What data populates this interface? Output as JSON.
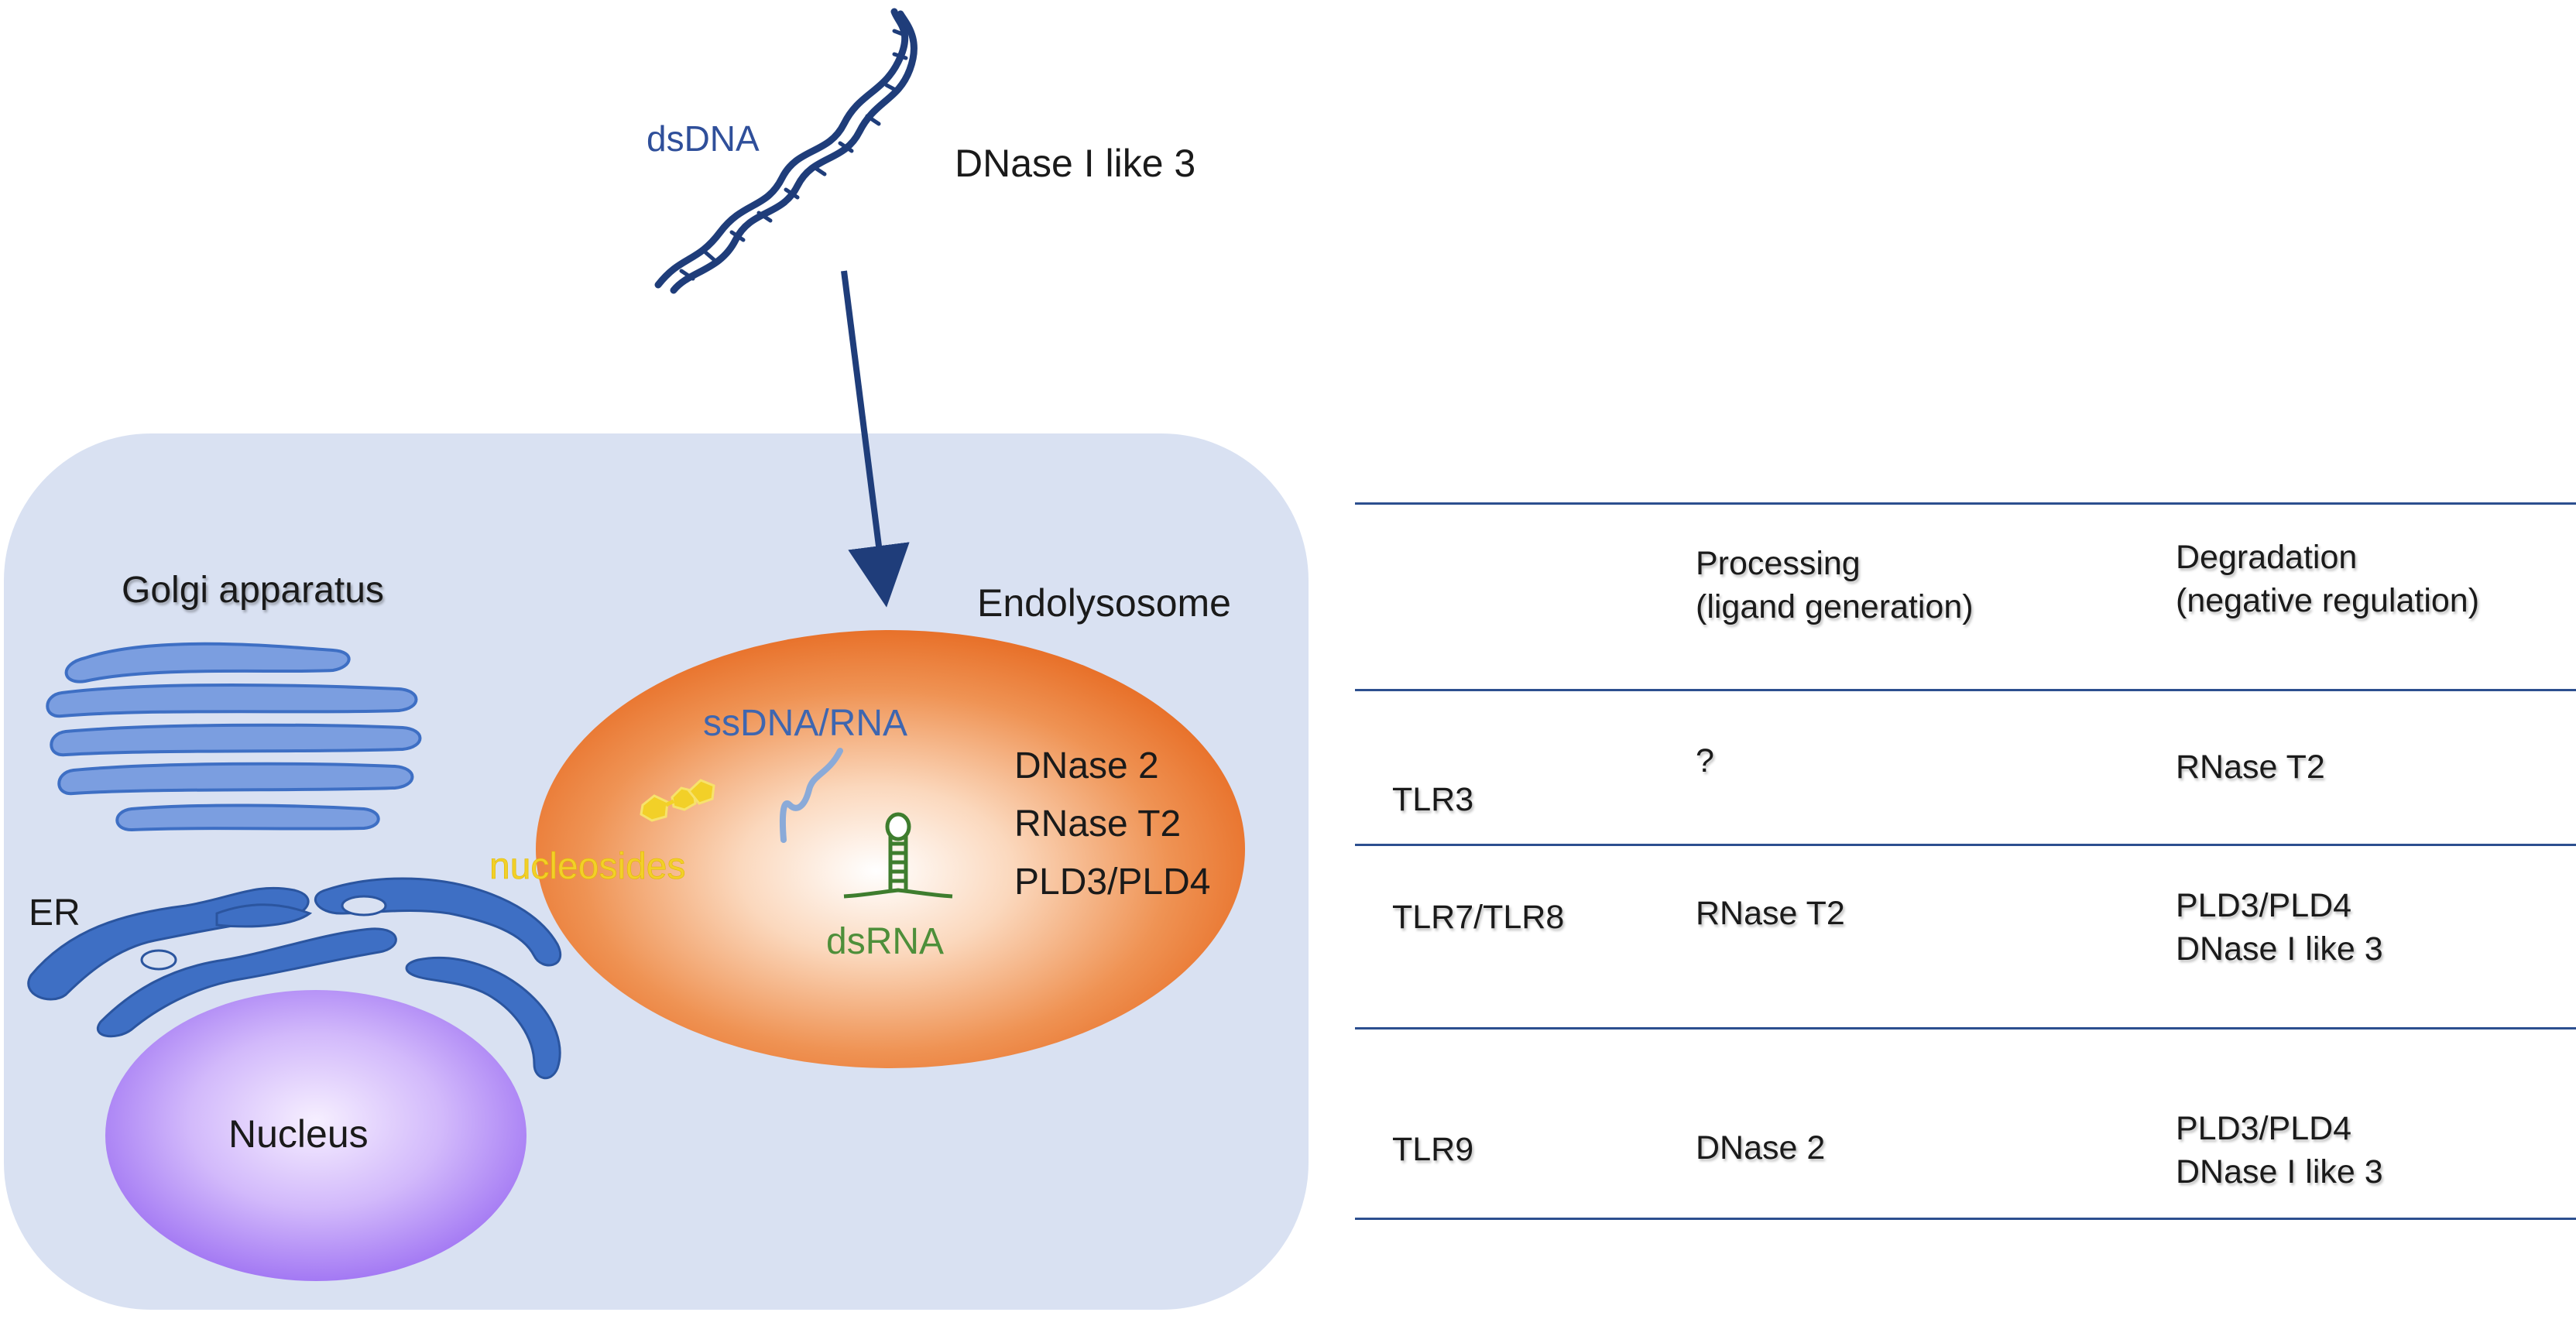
{
  "dsdna_label": "dsDNA",
  "dnase1l3_label": "DNase I like 3",
  "cell": {
    "golgi_label": "Golgi apparatus",
    "er_label": "ER",
    "nucleus_label": "Nucleus",
    "endolysosome_label": "Endolysosome"
  },
  "endolysosome": {
    "ssdna_rna_label": "ssDNA/RNA",
    "nucleosides_label": "nucleosides",
    "dsrna_label": "dsRNA",
    "enzymes": [
      "DNase 2",
      "RNase T2",
      "PLD3/PLD4"
    ]
  },
  "table": {
    "headers": {
      "processing": [
        "Processing",
        "(ligand generation)"
      ],
      "degradation": [
        "Degradation",
        "(negative regulation)"
      ]
    },
    "rows": [
      {
        "receptor": "TLR3",
        "processing": [
          "?"
        ],
        "degradation": [
          "RNase T2"
        ]
      },
      {
        "receptor": "TLR7/TLR8",
        "processing": [
          "RNase T2"
        ],
        "degradation": [
          "PLD3/PLD4",
          "DNase I like 3"
        ]
      },
      {
        "receptor": "TLR9",
        "processing": [
          "DNase 2"
        ],
        "degradation": [
          "PLD3/PLD4",
          "DNase I like 3"
        ]
      }
    ]
  },
  "colors": {
    "cell_fill": "#d9e1f2",
    "organelle_blue": "#3e6fc4",
    "arrow": "#1f3d7a",
    "endolysosome_orange": "#e8782f",
    "nucleus_purple": "#a67df5",
    "nucleosides_yellow": "#f2d028",
    "dsrna_green": "#4e8f3a",
    "ssdna_blue": "#3e66b0"
  }
}
